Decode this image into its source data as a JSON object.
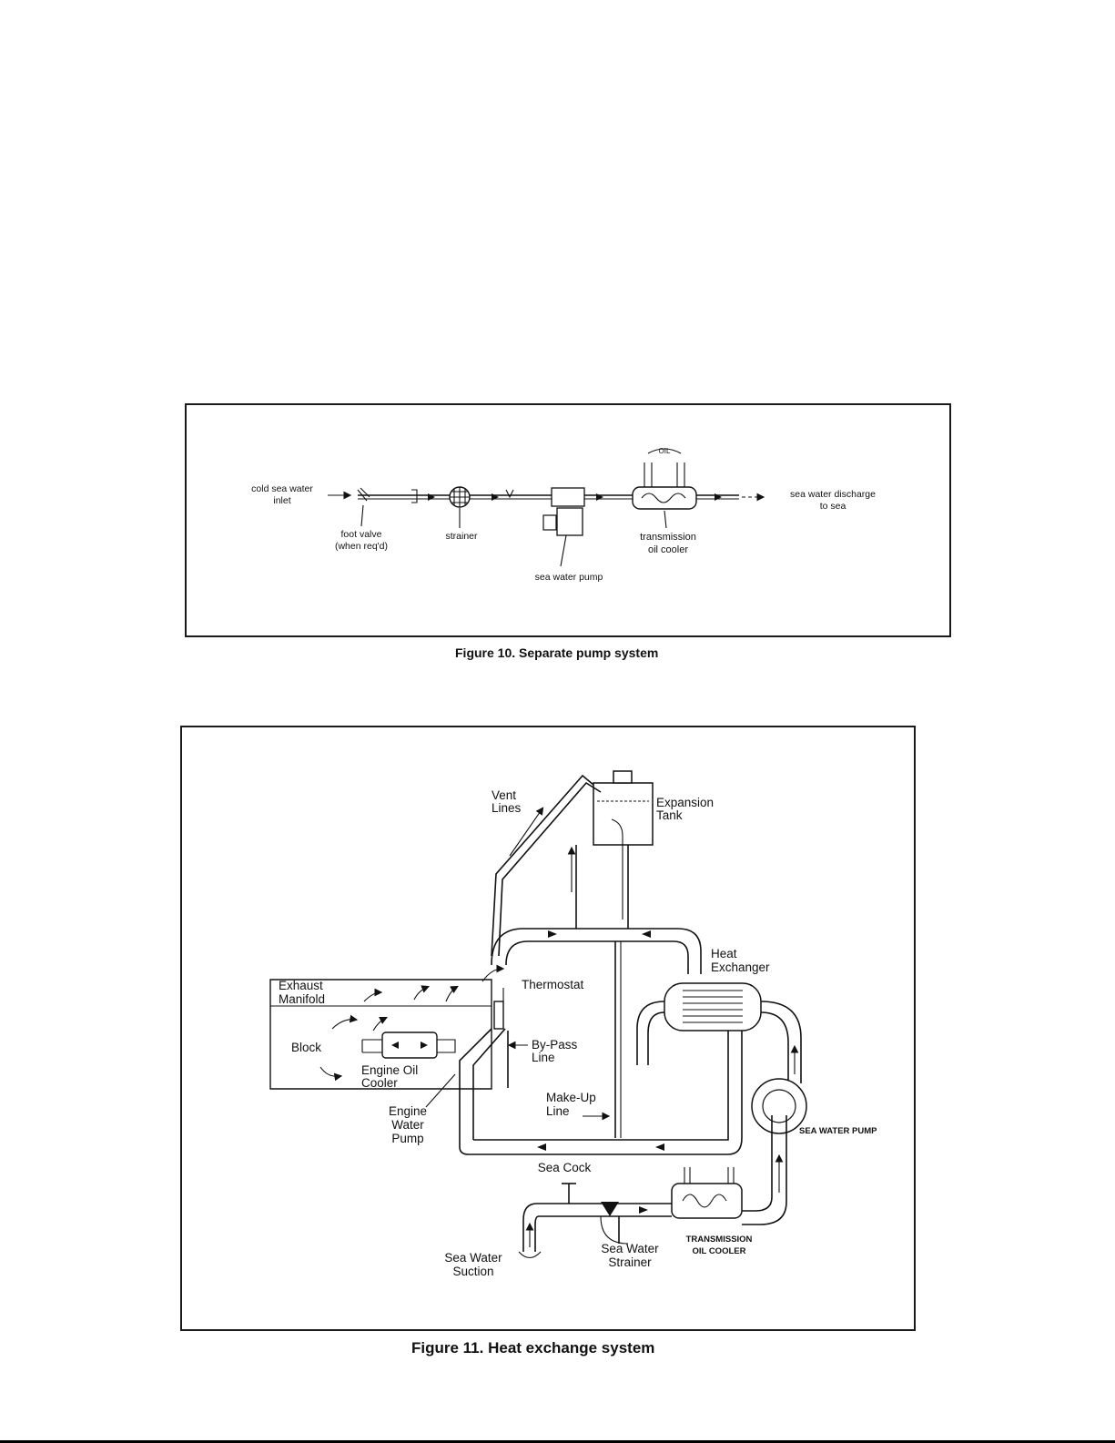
{
  "figure10": {
    "caption": "Figure 10. Separate pump system",
    "labels": {
      "inlet_line1": "cold sea water",
      "inlet_line2": "inlet",
      "foot_valve_line1": "foot valve",
      "foot_valve_line2": "(when req'd)",
      "strainer": "strainer",
      "sea_water_pump": "sea water pump",
      "cooler_line1": "transmission",
      "cooler_line2": "oil cooler",
      "oil": "OIL",
      "discharge_line1": "sea water discharge",
      "discharge_line2": "to sea"
    }
  },
  "figure11": {
    "caption": "Figure 11. Heat exchange system",
    "labels": {
      "vent_line1": "Vent",
      "vent_line2": "Lines",
      "expansion_line1": "Expansion",
      "expansion_line2": "Tank",
      "heat_line1": "Heat",
      "heat_line2": "Exchanger",
      "exhaust_line1": "Exhaust",
      "exhaust_line2": "Manifold",
      "thermostat": "Thermostat",
      "block": "Block",
      "oil_cooler_line1": "Engine Oil",
      "oil_cooler_line2": "Cooler",
      "bypass_line1": "By-Pass",
      "bypass_line2": "Line",
      "makeup_line1": "Make-Up",
      "makeup_line2": "Line",
      "water_pump_line1": "Engine",
      "water_pump_line2": "Water",
      "water_pump_line3": "Pump",
      "sea_water_pump": "SEA WATER PUMP",
      "sea_cock": "Sea Cock",
      "suction_line1": "Sea Water",
      "suction_line2": "Suction",
      "strainer_line1": "Sea Water",
      "strainer_line2": "Strainer",
      "trans_line1": "TRANSMISSION",
      "trans_line2": "OIL COOLER"
    }
  }
}
